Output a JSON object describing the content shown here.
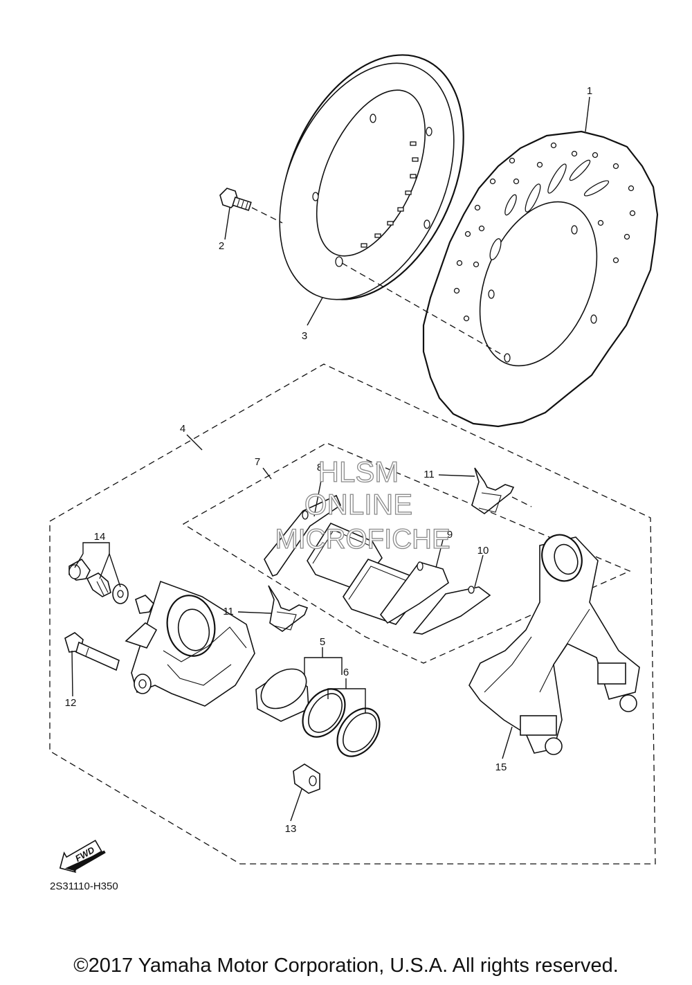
{
  "callouts": [
    {
      "id": "1",
      "text": "1",
      "part": "brake disc (wave rotor)"
    },
    {
      "id": "2",
      "text": "2",
      "part": "bolt"
    },
    {
      "id": "3",
      "text": "3",
      "part": "disc carrier ring"
    },
    {
      "id": "4",
      "text": "4",
      "part": "caliper assembly"
    },
    {
      "id": "5",
      "text": "5",
      "part": "piston"
    },
    {
      "id": "6",
      "text": "6",
      "part": "seal kit"
    },
    {
      "id": "7",
      "text": "7",
      "part": "brake pad kit"
    },
    {
      "id": "8",
      "text": "8",
      "part": "shim"
    },
    {
      "id": "9",
      "text": "9",
      "part": "shim"
    },
    {
      "id": "10",
      "text": "10",
      "part": "shim"
    },
    {
      "id": "11a",
      "text": "11",
      "part": "pad spring"
    },
    {
      "id": "11b",
      "text": "11",
      "part": "pad spring"
    },
    {
      "id": "12",
      "text": "12",
      "part": "slide pin"
    },
    {
      "id": "13",
      "text": "13",
      "part": "boot"
    },
    {
      "id": "14",
      "text": "14",
      "part": "bleed screw set"
    },
    {
      "id": "15",
      "text": "15",
      "part": "caliper bracket"
    }
  ],
  "fwd_label": "FWD",
  "watermark": [
    "HLSM",
    "ONLINE",
    "MICROFICHE"
  ],
  "diagram_code": "2S31110-H350",
  "copyright": "©2017 Yamaha Motor Corporation, U.S.A. All rights reserved."
}
